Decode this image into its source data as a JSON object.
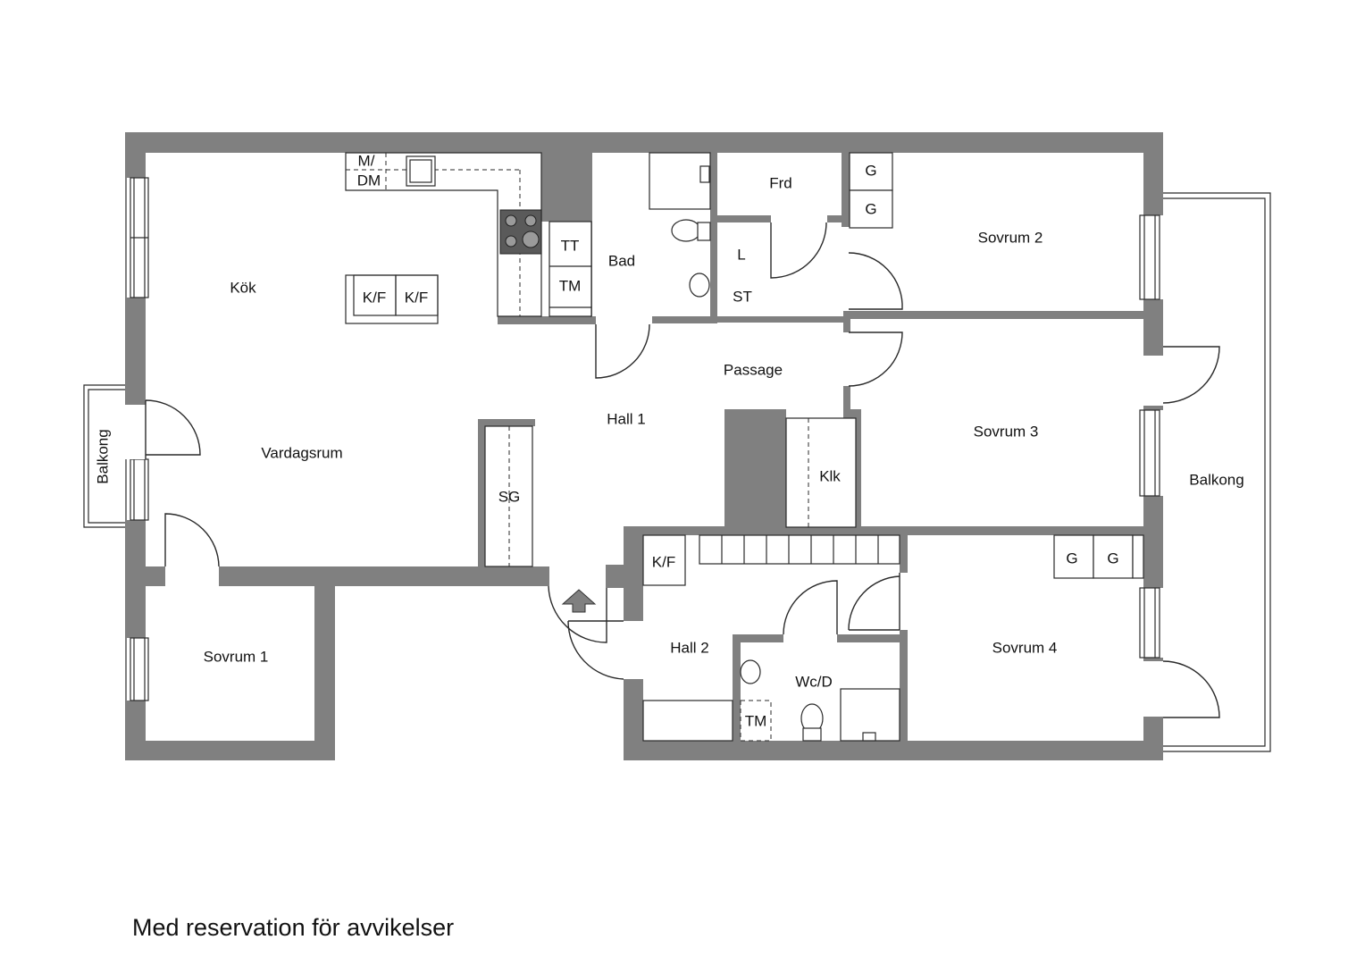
{
  "rooms": {
    "kok": "Kök",
    "vardagsrum": "Vardagsrum",
    "balkong_vast": "Balkong",
    "bad": "Bad",
    "frd": "Frd",
    "l": "L",
    "st": "ST",
    "passage": "Passage",
    "hall1": "Hall 1",
    "sg": "SG",
    "klk": "Klk",
    "sovrum1": "Sovrum 1",
    "sovrum2": "Sovrum 2",
    "sovrum3": "Sovrum 3",
    "sovrum4": "Sovrum 4",
    "hall2": "Hall 2",
    "wcd": "Wc/D",
    "balkong_ost": "Balkong"
  },
  "fixtures": {
    "m": "M/",
    "dm": "DM",
    "kf_island_1": "K/F",
    "kf_island_2": "K/F",
    "kf_hall2": "K/F",
    "tt": "TT",
    "tm_bad": "TM",
    "tm_wc": "TM",
    "g_sovrum2_1": "G",
    "g_sovrum2_2": "G",
    "g_sovrum4_1": "G",
    "g_sovrum4_2": "G"
  },
  "disclaimer": "Med reservation för avvikelser"
}
